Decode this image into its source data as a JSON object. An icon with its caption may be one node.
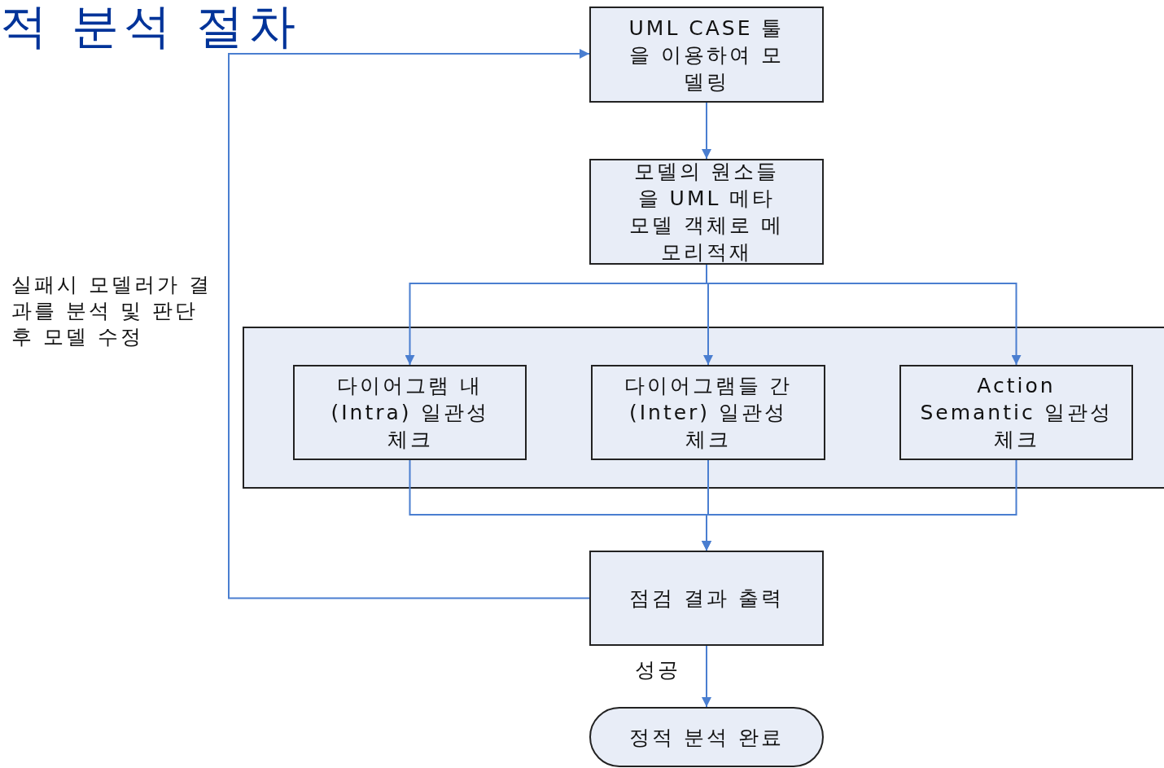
{
  "diagram": {
    "title": "적 분석 절차",
    "nodes": [
      {
        "text": [
          "UML CASE 툴을 이용하여 모델링"
        ]
      },
      {
        "text": [
          "모델의 원소들을 UML 메타모델 객체로 메모리적재"
        ]
      },
      {
        "text": [],
        "shape": "box"
      },
      {
        "text": [
          "다이어그램 내 (Intra) 일관성체크"
        ],
        "in": 2
      },
      {
        "text": [
          "다이어그램들 간 (Inter) 일관성 체크"
        ],
        "in": 2
      },
      {
        "text": [
          "Action Semantic 일관성 체크"
        ],
        "in": 2
      },
      {
        "text": [
          "점검 결과 출력"
        ]
      },
      {
        "text": [
          "정적 분석 완료"
        ]
      }
    ],
    "edges": [
      {
        "from": 0,
        "to": 1,
        "arrow": "to"
      },
      {
        "from": 1,
        "to": 3,
        "arrow": "to"
      },
      {
        "from": 1,
        "to": 4,
        "arrow": "to"
      },
      {
        "from": 1,
        "to": 5,
        "arrow": "to"
      },
      {
        "from": 3,
        "to": 6,
        "arrow": "to"
      },
      {
        "from": 4,
        "to": 6,
        "arrow": "to"
      },
      {
        "from": 5,
        "to": 6,
        "arrow": "to"
      },
      {
        "from": 6,
        "to": 7,
        "arrow": "to",
        "label": "성공"
      },
      {
        "from": 6,
        "to": 0,
        "arrow": "to",
        "label": "실패시 모델러가 결과를 분석 및 판단 후 모델 수정"
      }
    ]
  }
}
